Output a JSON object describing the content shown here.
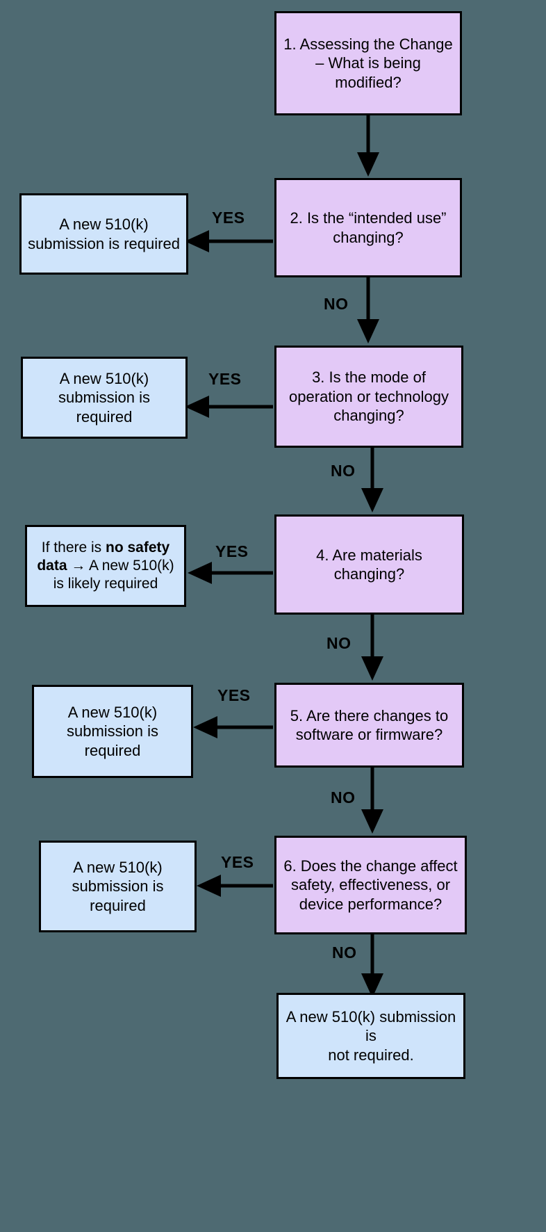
{
  "diagram": {
    "title": "510(k) Change Assessment Decision Flowchart",
    "background_color": "#4e6a72",
    "decision_color": "#e3c9f7",
    "outcome_color": "#cfe4fb",
    "border_color": "#000000"
  },
  "nodes": {
    "step1": "1. Assessing the Change – What is being modified?",
    "step2": "2. Is the “intended use” changing?",
    "step2_yes": "A new 510(k) submission is required",
    "step3": "3. Is the mode of operation or technology changing?",
    "step3_yes": "A new 510(k) submission is required",
    "step4": "4. Are materials changing?",
    "step4_yes_pre": "If there is ",
    "step4_yes_bold": "no safety data",
    "step4_yes_post": " → A new 510(k) is likely required",
    "step5": "5. Are there changes to software or firmware?",
    "step5_yes": "A new 510(k) submission is required",
    "step6": "6. Does the change affect safety, effectiveness, or device performance?",
    "step6_yes": "A new 510(k) submission is required",
    "final": "A new 510(k) submission is\nnot required."
  },
  "edges": {
    "yes": "YES",
    "no": "NO",
    "labels": [
      {
        "id": "yes-2",
        "text": "YES"
      },
      {
        "id": "no-2",
        "text": "NO"
      },
      {
        "id": "yes-3",
        "text": "YES"
      },
      {
        "id": "no-3",
        "text": "NO"
      },
      {
        "id": "yes-4",
        "text": "YES"
      },
      {
        "id": "no-4",
        "text": "NO"
      },
      {
        "id": "yes-5",
        "text": "YES"
      },
      {
        "id": "no-5",
        "text": "NO"
      },
      {
        "id": "yes-6",
        "text": "YES"
      },
      {
        "id": "no-6",
        "text": "NO"
      }
    ]
  }
}
